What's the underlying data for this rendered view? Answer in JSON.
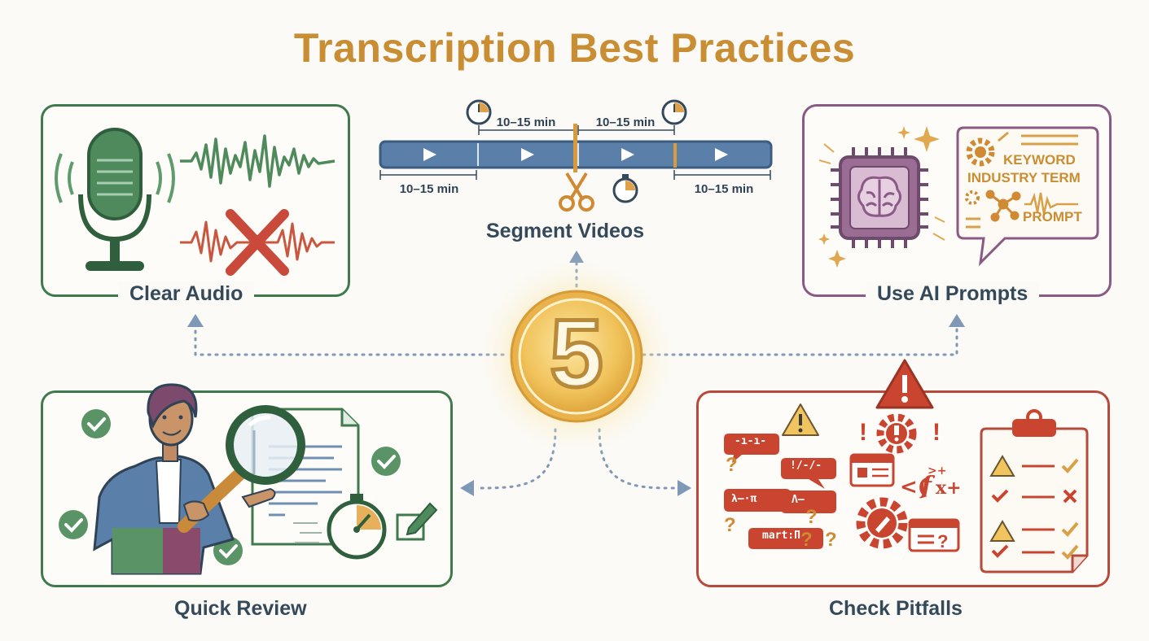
{
  "title": "Transcription Best Practices",
  "center_number": "5",
  "sections": {
    "clear_audio": "Clear Audio",
    "segment_videos": "Segment Videos",
    "ai_prompts": "Use AI Prompts",
    "quick_review": "Quick Review",
    "check_pitfalls": "Check Pitfalls"
  },
  "segment_durations": {
    "top_left": "10–15 min",
    "top_right": "10–15 min",
    "bottom_left": "10–15 min",
    "bottom_right": "10–15 min"
  },
  "prompt_keywords": [
    "KEYWORD",
    "INDUSTRY TERM",
    "PROMPT"
  ],
  "pitfall_bubbles": [
    "-ı-ı-",
    "!/-/-",
    "λ–·π",
    "Λ—",
    "mart:Π"
  ],
  "colors": {
    "title": "#c98e33",
    "clear_audio": "#3f7a4c",
    "segment": "#5a7fa8",
    "ai_prompts": "#8a5a84",
    "quick_review": "#3f7a4c",
    "pitfalls": "#b84a3c",
    "center": "#e8b546"
  },
  "icons": [
    "microphone-icon",
    "soundwave-icon",
    "noise-cross-icon",
    "play-icon",
    "clock-icon",
    "scissors-icon",
    "stopwatch-icon",
    "ai-chip-icon",
    "brain-icon",
    "sparkle-icon",
    "gear-icon",
    "network-icon",
    "magnifier-icon",
    "document-icon",
    "checkmark-icon",
    "pencil-icon",
    "warning-icon",
    "clipboard-icon",
    "function-icon"
  ]
}
